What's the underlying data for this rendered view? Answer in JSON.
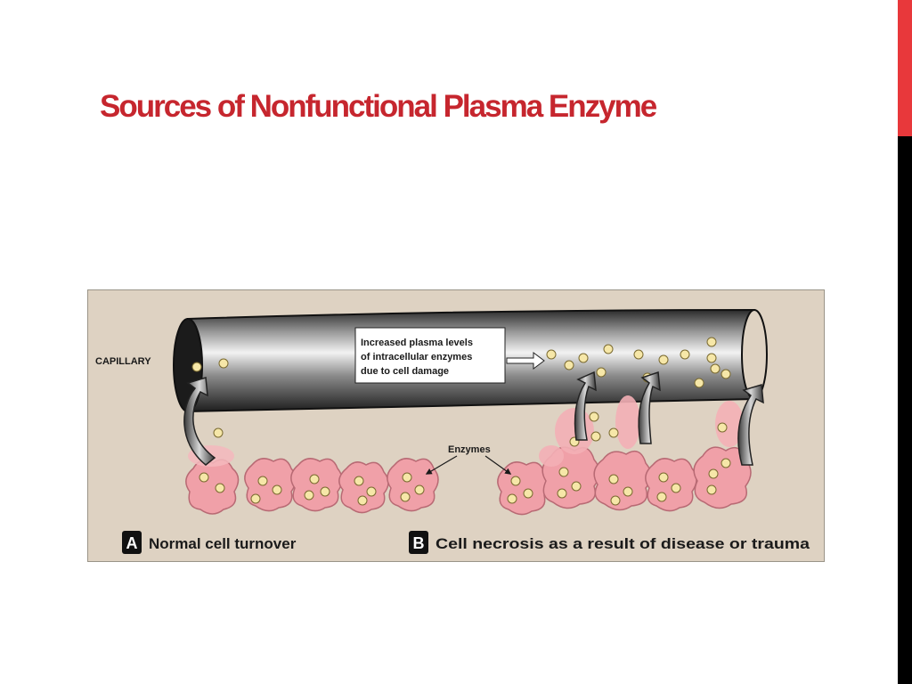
{
  "slide": {
    "title": "Sources of Nonfunctional Plasma Enzyme"
  },
  "diagram": {
    "capillary_label": "CAPILLARY",
    "callout_lines": [
      "Increased plasma levels",
      "of intracellular enzymes",
      "due to cell damage"
    ],
    "enzymes_label": "Enzymes",
    "panel_a": {
      "letter": "A",
      "caption": "Normal cell turnover"
    },
    "panel_b": {
      "letter": "B",
      "caption": "Cell necrosis as a result of disease or trauma"
    }
  },
  "colors": {
    "accent_red": "#e8383b",
    "title_red": "#c6262e",
    "figure_background": "#ded2c2",
    "cell_pink": "#f0a0a8",
    "enzyme_yellow": "#f6e7a8"
  }
}
